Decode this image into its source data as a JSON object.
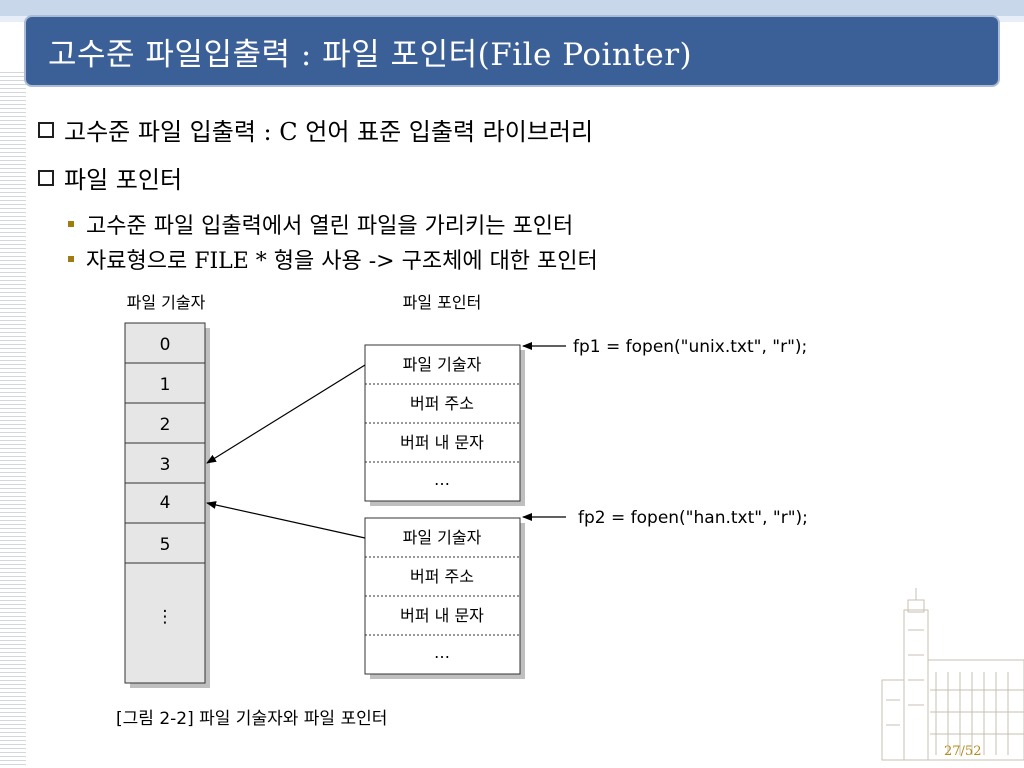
{
  "title": "고수준 파일입출력 : 파일 포인터(File Pointer)",
  "bullets": [
    "고수준 파일 입출력 : C 언어 표준 입출력 라이브러리",
    "파일 포인터"
  ],
  "sub_bullets": [
    "고수준 파일 입출력에서 열린 파일을 가리키는 포인터",
    "자료형으로 FILE * 형을 사용 -> 구조체에 대한 포인터"
  ],
  "diagram": {
    "fd_label": "파일 기술자",
    "fp_label": "파일 포인터",
    "fd_cells": [
      "0",
      "1",
      "2",
      "3",
      "4",
      "5",
      "⋮"
    ],
    "struct_fields": [
      "파일 기술자",
      "버퍼 주소",
      "버퍼 내 문자",
      "…"
    ],
    "fp1_code": "fp1 = fopen(\"unix.txt\", \"r\");",
    "fp2_code": "fp2 = fopen(\"han.txt\", \"r\");",
    "caption": "[그림 2-2] 파일 기술자와 파일 포인터"
  },
  "page_number": "27/52"
}
